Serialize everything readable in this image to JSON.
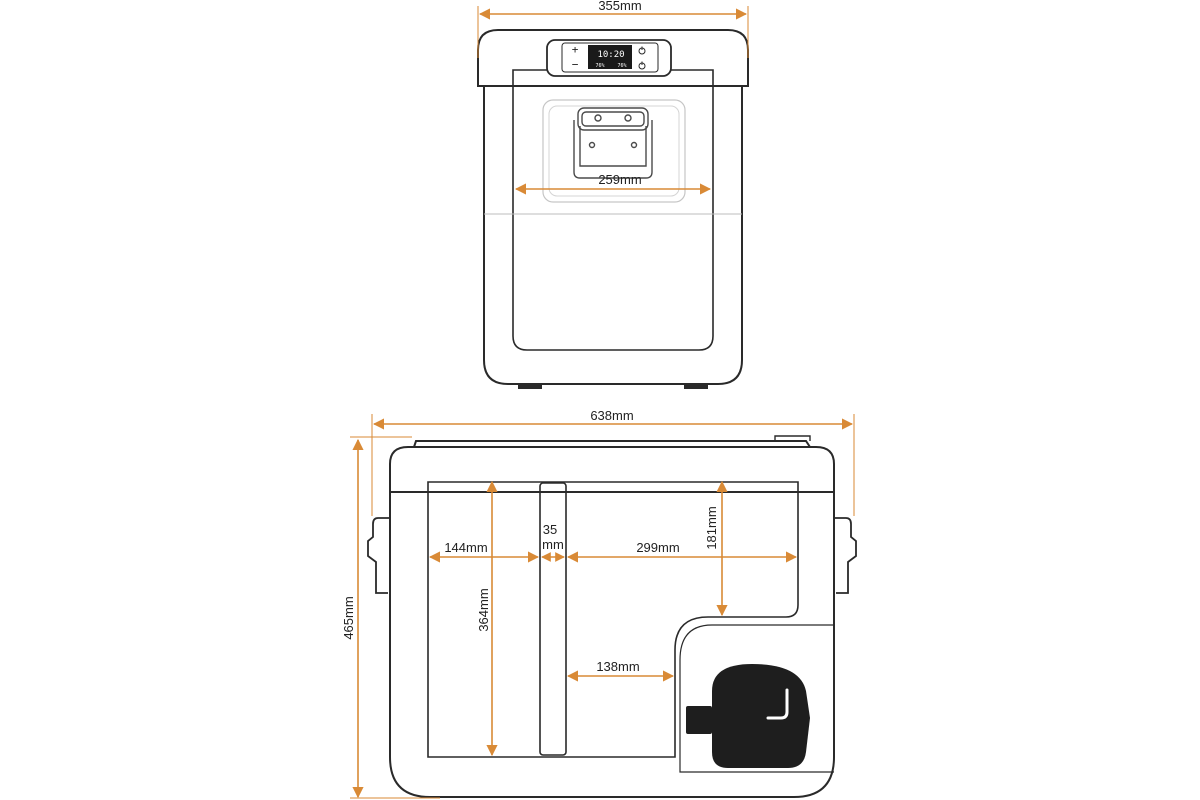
{
  "dimensions": {
    "front_width": "355mm",
    "front_inner_width": "259mm",
    "side_length": "638mm",
    "side_height": "465mm",
    "compartment_left_width": "144mm",
    "divider_width_value": "35",
    "divider_width_unit": "mm",
    "compartment_right_width": "299mm",
    "right_compartment_depth": "181mm",
    "inner_height": "364mm",
    "compressor_step_width": "138mm"
  },
  "display_panel": {
    "plus_label": "+",
    "minus_label": "−",
    "temperature_readout": "10:20",
    "left_zone_readout": "76%",
    "right_zone_readout": "76%"
  },
  "colors": {
    "outline": "#2a2a2a",
    "dimension_arrow": "#d98a36",
    "compressor": "#1e1e1e",
    "display_bg": "#1a1a1a",
    "light_line": "#bdbdbd"
  }
}
